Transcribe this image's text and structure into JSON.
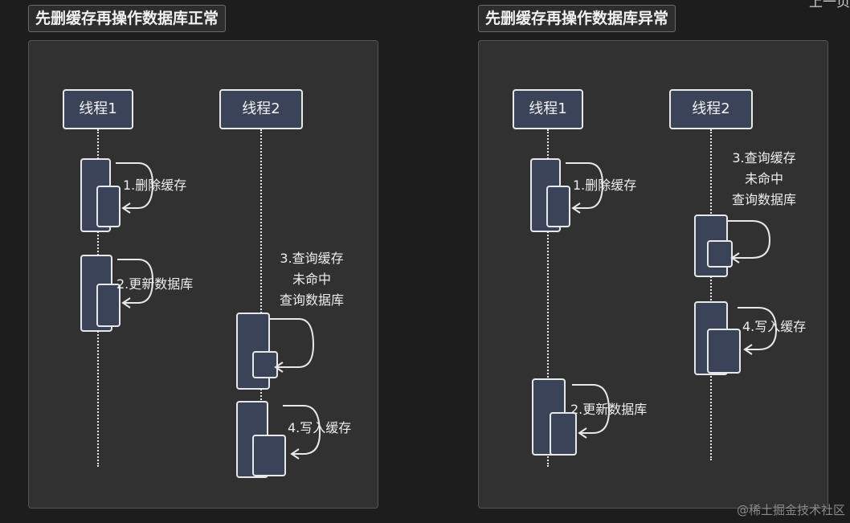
{
  "diagrams": [
    {
      "title": "先删缓存再操作数据库正常",
      "threads": [
        "线程1",
        "线程2"
      ],
      "steps": {
        "s1": "1.删除缓存",
        "s2": "2.更新数据库",
        "s3": [
          "3.查询缓存",
          "未命中",
          "查询数据库"
        ],
        "s4": "4.写入缓存"
      }
    },
    {
      "title": "先删缓存再操作数据库异常",
      "threads": [
        "线程1",
        "线程2"
      ],
      "steps": {
        "s1": "1.删除缓存",
        "s2": "2.更新数据库",
        "s3": [
          "3.查询缓存",
          "未命中",
          "查询数据库"
        ],
        "s4": "4.写入缓存"
      }
    }
  ],
  "watermark": "@稀土掘金技术社区",
  "corner_text": "上一页"
}
